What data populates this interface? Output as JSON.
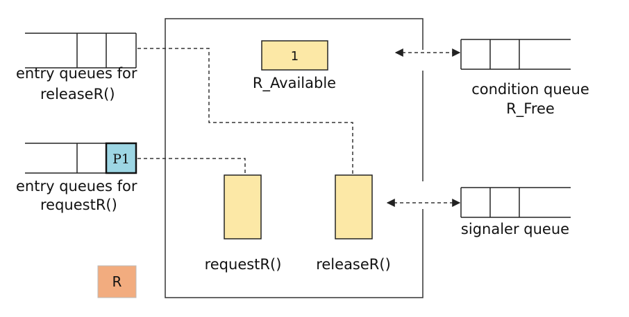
{
  "monitor": {
    "variable": {
      "name": "R_Available",
      "value": "1"
    },
    "procedures": [
      {
        "name": "requestR()"
      },
      {
        "name": "releaseR()"
      }
    ]
  },
  "queues": {
    "entry_release": {
      "label_line1": "entry queues for",
      "label_line2": "releaseR()"
    },
    "entry_request": {
      "label_line1": "entry queues for",
      "label_line2": "requestR()",
      "process": "P1"
    },
    "condition": {
      "label_line1": "condition queue",
      "label_line2": "R_Free"
    },
    "signaler": {
      "label": "signaler queue"
    }
  },
  "resource": {
    "label": "R"
  },
  "colors": {
    "procedure_fill": "#FCE8A6",
    "process_fill": "#9DD6E4",
    "resource_fill": "#F2AC7F",
    "line": "#222222"
  }
}
